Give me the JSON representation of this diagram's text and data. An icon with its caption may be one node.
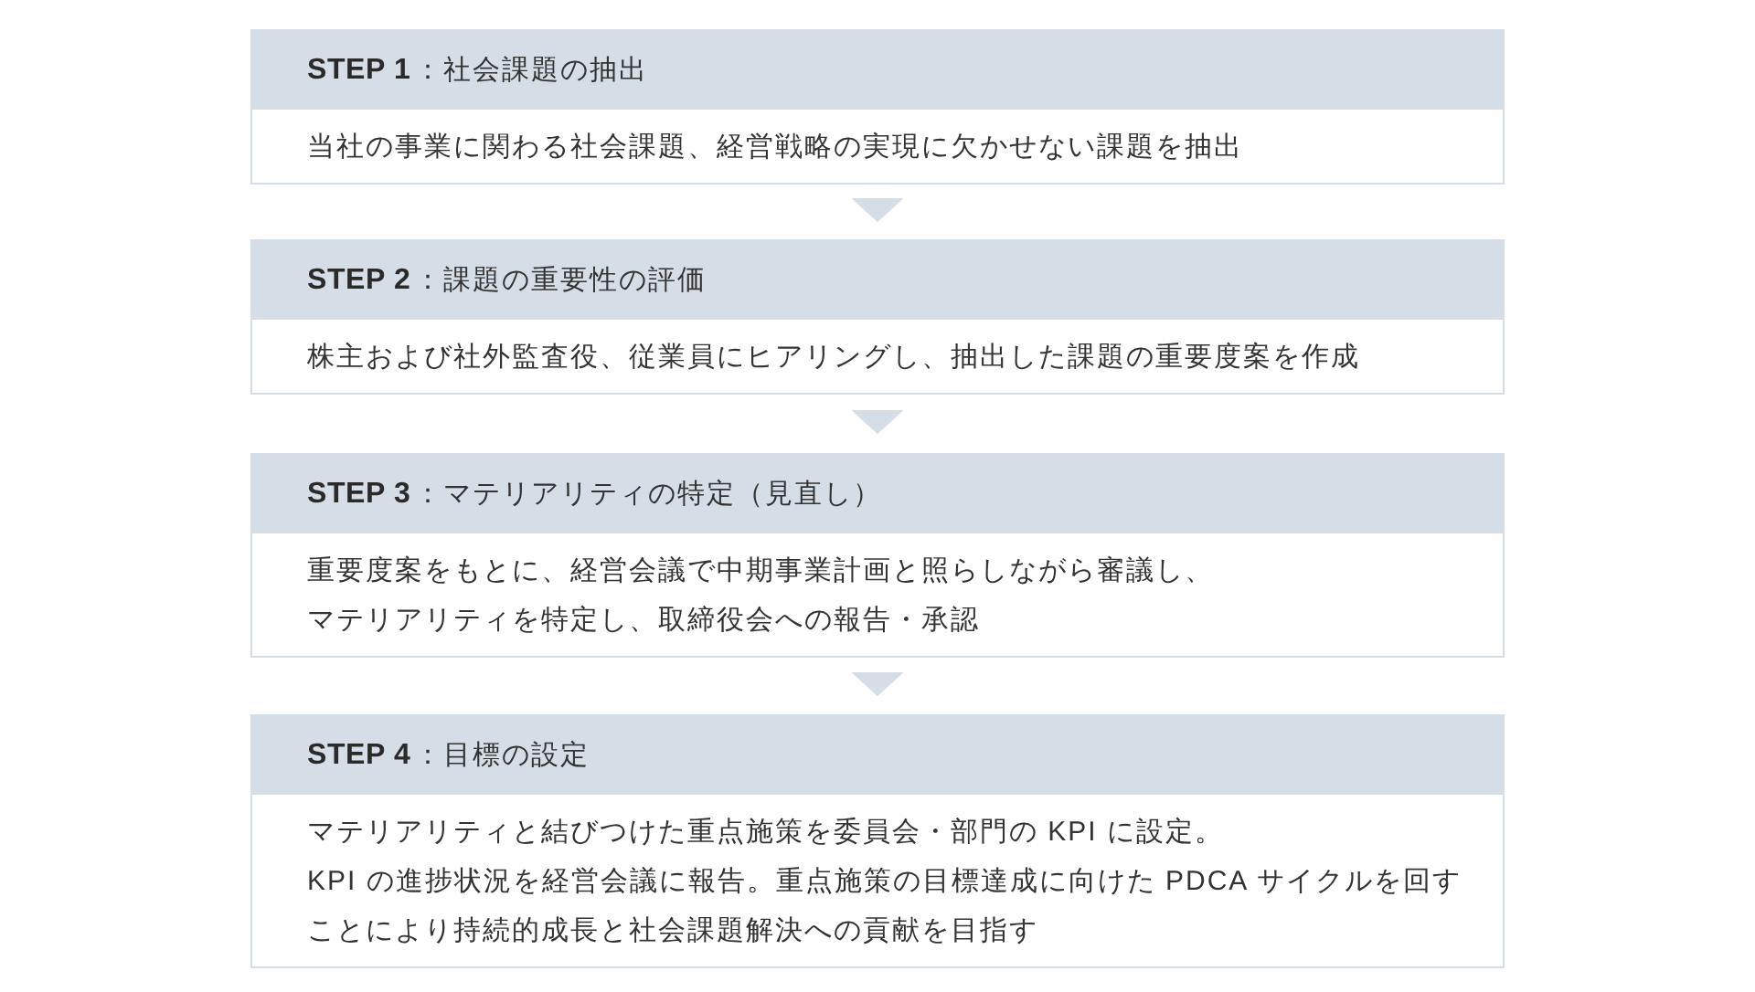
{
  "diagram": {
    "nodes": [
      {
        "text": [
          "**STEP 1**：社会課題の抽出",
          "当社の事業に関わる社会課題、経営戦略の実現に欠かせない課題を抽出"
        ]
      },
      {
        "text": [
          "**STEP 2**：課題の重要性の評価",
          "株主および社外監査役、従業員にヒアリングし、抽出した課題の重要度案を作成"
        ]
      },
      {
        "text": [
          "**STEP 3**：マテリアリティの特定（見直し）",
          "重要度案をもとに、経営会議で中期事業計画と照らしながら審議し、マテリアリティを特定し、取締役会への報告・承認"
        ]
      },
      {
        "text": [
          "**STEP 4**：目標の設定",
          "マテリアリティと結びつけた重点施策を委員会・部門の KPI に設定。",
          "KPI の進捗状況を経営会議に報告。重点施策の目標達成に向けた PDCA サイクルを回すことにより持続的成長と社会課題解決への貢献を目指す"
        ]
      }
    ],
    "edges": [
      {
        "from": 0,
        "to": 1,
        "arrow": "to"
      },
      {
        "from": 1,
        "to": 2,
        "arrow": "to"
      },
      {
        "from": 2,
        "to": 3,
        "arrow": "to"
      }
    ]
  }
}
